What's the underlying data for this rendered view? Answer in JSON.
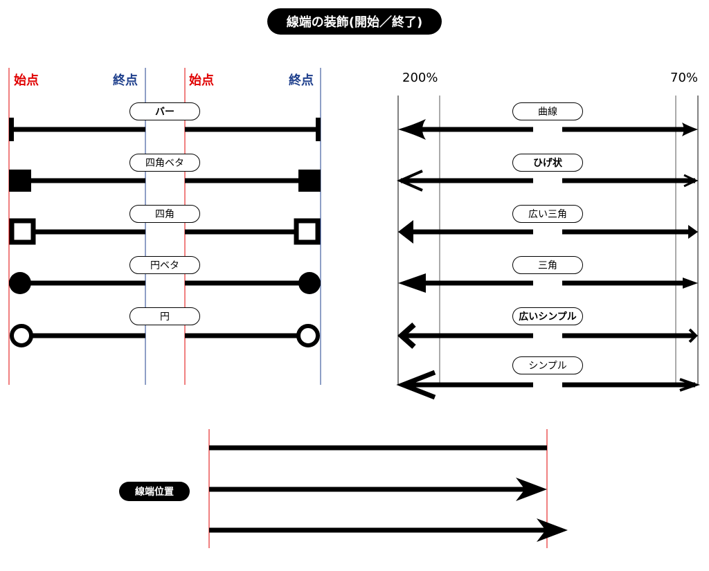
{
  "title": "線端の装飾(開始／終了)",
  "left_panel": {
    "headers": {
      "start1": "始点",
      "end1": "終点",
      "start2": "始点",
      "end2": "終点"
    },
    "styles": [
      {
        "label": "バー"
      },
      {
        "label": "四角ベタ"
      },
      {
        "label": "四角"
      },
      {
        "label": "円ベタ"
      },
      {
        "label": "円"
      }
    ]
  },
  "right_panel": {
    "scale_left": "200%",
    "scale_right": "70%",
    "styles": [
      {
        "label": "曲線"
      },
      {
        "label": "ひげ状"
      },
      {
        "label": "広い三角"
      },
      {
        "label": "三角"
      },
      {
        "label": "広いシンプル"
      },
      {
        "label": "シンプル"
      }
    ]
  },
  "bottom": {
    "label": "線端位置"
  },
  "colors": {
    "start_guide": "#e00000",
    "end_guide": "#1e3f8c",
    "line": "#000000"
  }
}
